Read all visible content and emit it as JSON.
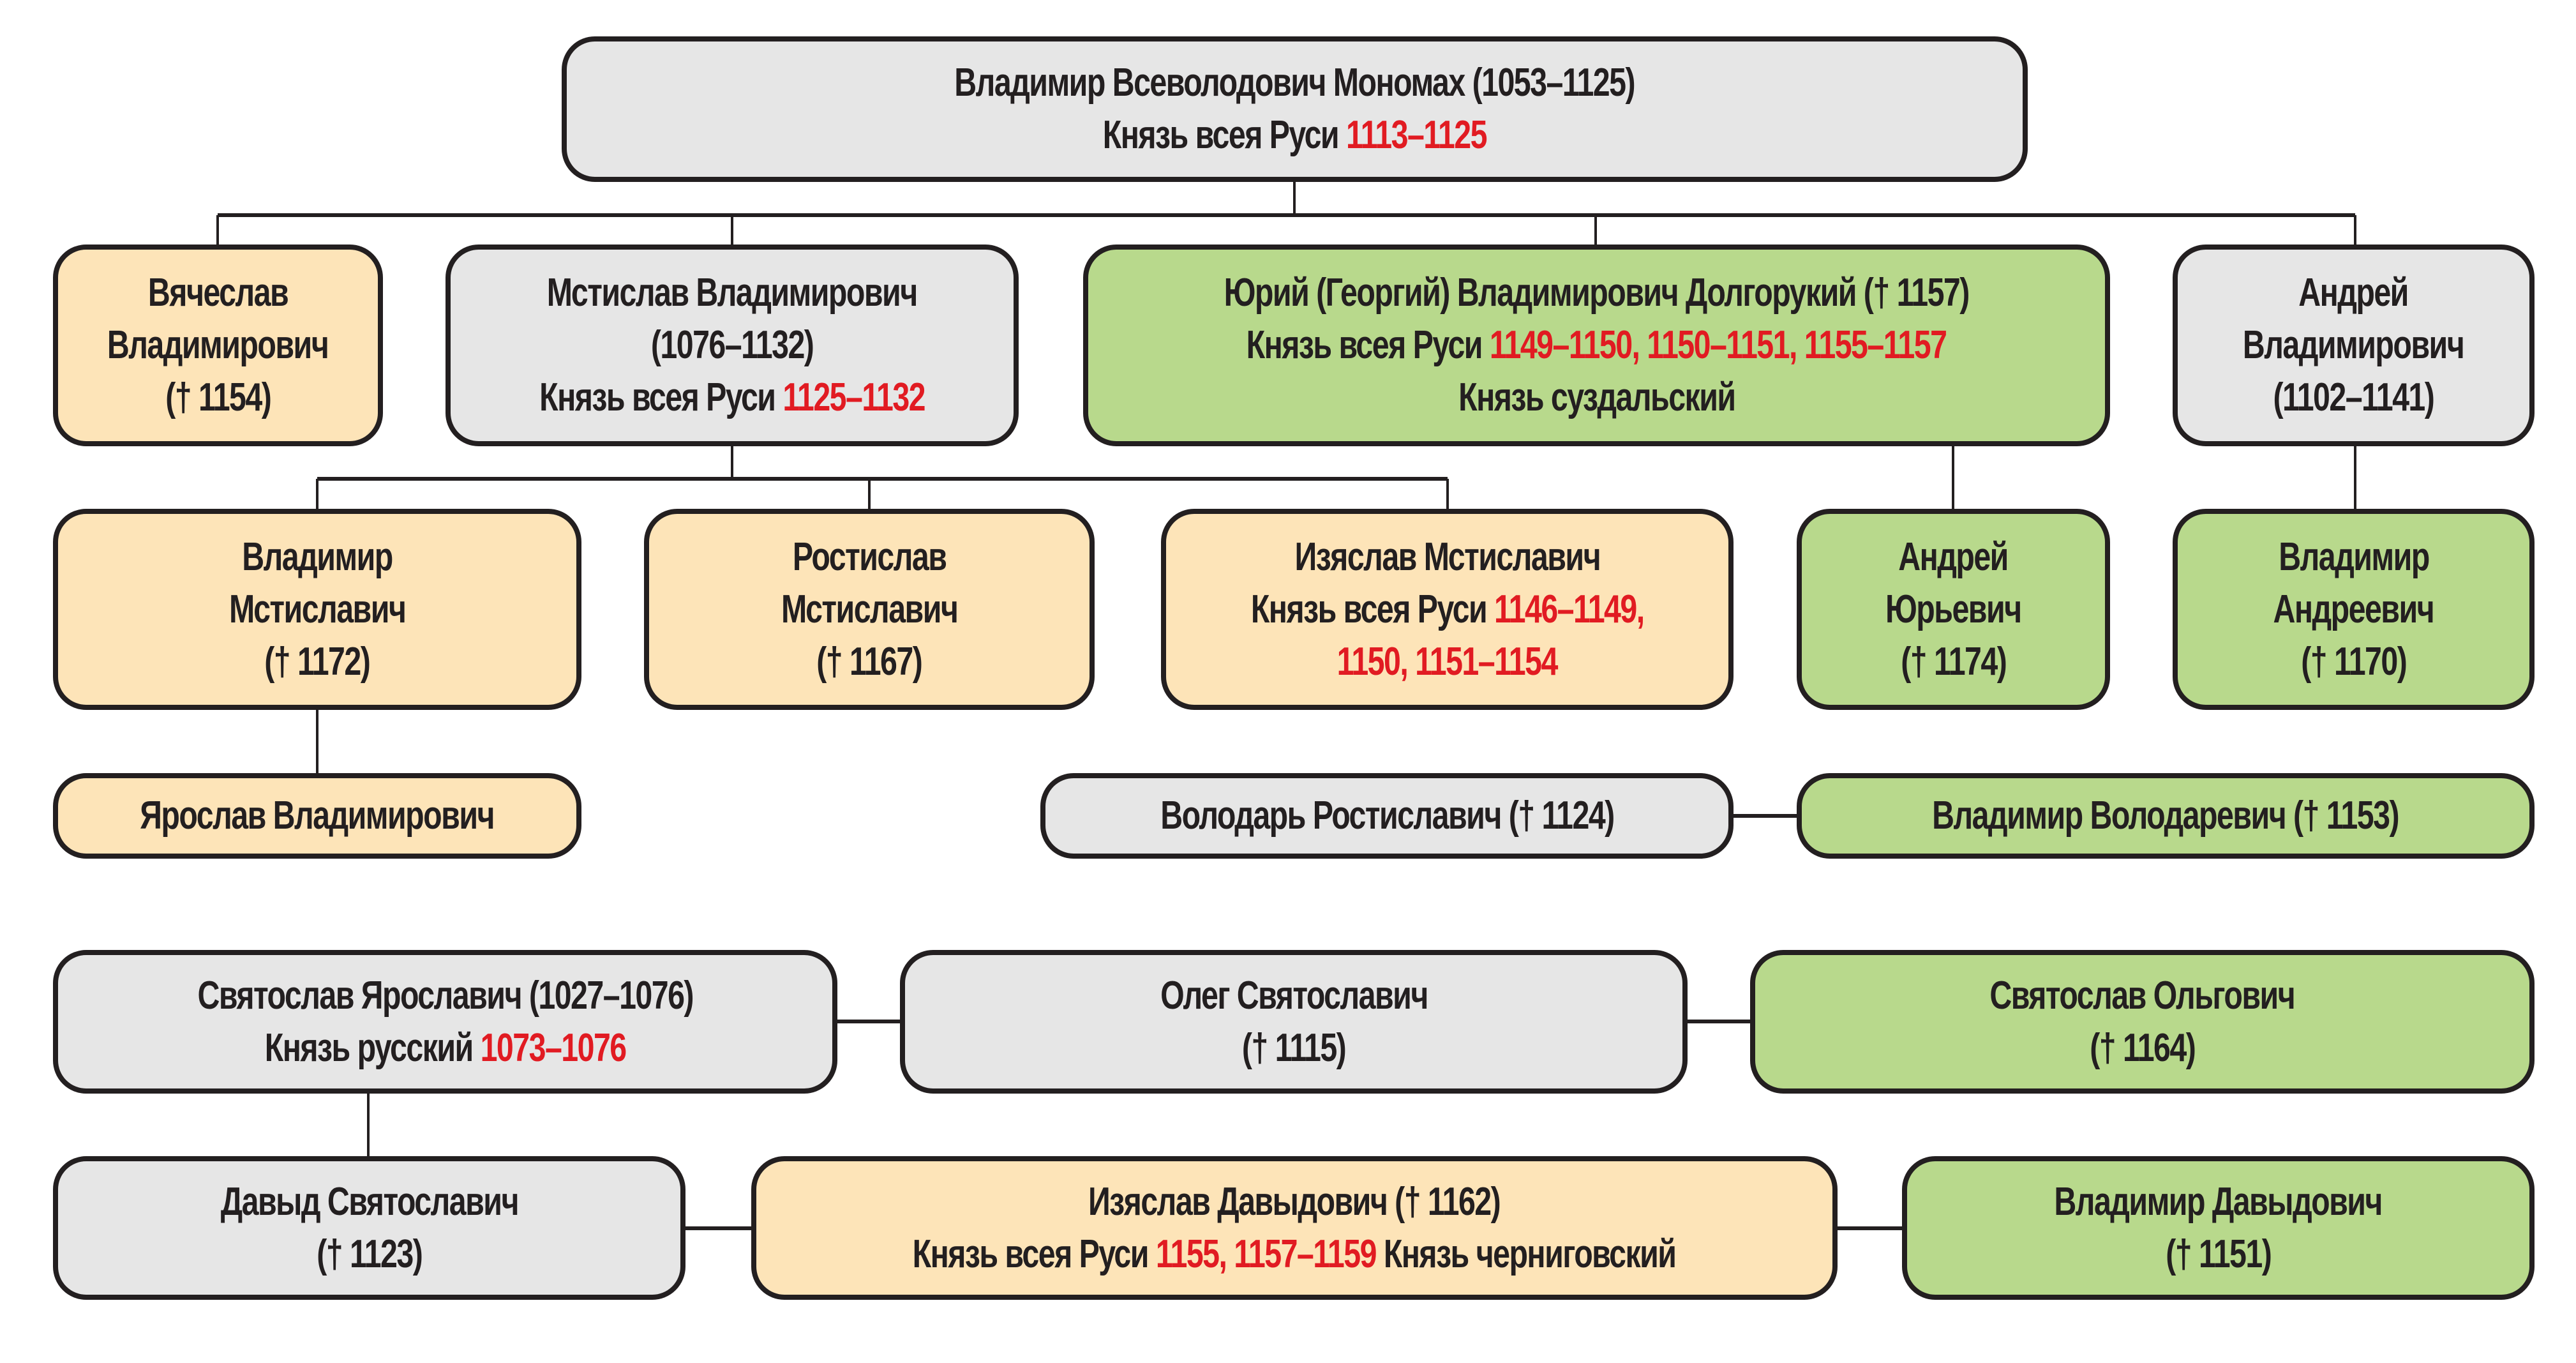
{
  "colors": {
    "gray_box": "#e6e6e6",
    "peach_box": "#fde4b8",
    "green_box": "#b8d98c",
    "highlight_red": "#e11b22",
    "text": "#231f20"
  },
  "monomakh": {
    "name": "Владимир Всеволодович Мономах (1053–1125)",
    "title": "Князь всея Руси",
    "reign": "1113–1125"
  },
  "vyacheslav": {
    "line1": "Вячеслав",
    "line2": "Владимирович",
    "line3": "(† 1154)"
  },
  "mstislav": {
    "line1": "Мстислав Владимирович",
    "line2": "(1076–1132)",
    "title": "Князь всея Руси",
    "reign": "1125–1132"
  },
  "yuri": {
    "line1": "Юрий (Георгий) Владимирович Долгорукий († 1157)",
    "title": "Князь всея Руси",
    "reign": "1149–1150, 1150–1151, 1155–1157",
    "line3": "Князь суздальский"
  },
  "andrei_vl": {
    "line1": "Андрей",
    "line2": "Владимирович",
    "line3": "(1102–1141)"
  },
  "vladimir_mst": {
    "line1": "Владимир",
    "line2": "Мстиславич",
    "line3": "(† 1172)"
  },
  "rostislav_mst": {
    "line1": "Ростислав",
    "line2": "Мстиславич",
    "line3": "(† 1167)"
  },
  "izyaslav_mst": {
    "line1": "Изяслав Мстиславич",
    "title": "Князь всея Руси",
    "reign_a": "1146–1149,",
    "reign_b": "1150, 1151–1154"
  },
  "andrei_yur": {
    "line1": "Андрей",
    "line2": "Юрьевич",
    "line3": "(† 1174)"
  },
  "vladimir_andr": {
    "line1": "Владимир",
    "line2": "Андреевич",
    "line3": "(† 1170)"
  },
  "yaroslav_vl": {
    "line1": "Ярослав Владимирович"
  },
  "volodar": {
    "line1": "Володарь Ростиславич († 1124)"
  },
  "vladimir_volod": {
    "line1": "Владимир Володаревич († 1153)"
  },
  "svyatoslav_yar": {
    "line1": "Святослав Ярославич (1027–1076)",
    "title": "Князь русский",
    "reign": "1073–1076"
  },
  "oleg": {
    "line1": "Олег Святославич",
    "line2": "(† 1115)"
  },
  "svyatoslav_olg": {
    "line1": "Святослав Ольгович",
    "line2": "(† 1164)"
  },
  "davyd": {
    "line1": "Давыд Святославич",
    "line2": "(† 1123)"
  },
  "izyaslav_dav": {
    "line1": "Изяслав Давыдович († 1162)",
    "title": "Князь всея Руси",
    "reign": "1155, 1157–1159",
    "title2": "Князь черниговский"
  },
  "vladimir_dav": {
    "line1": "Владимир Давыдович",
    "line2": "(† 1151)"
  }
}
